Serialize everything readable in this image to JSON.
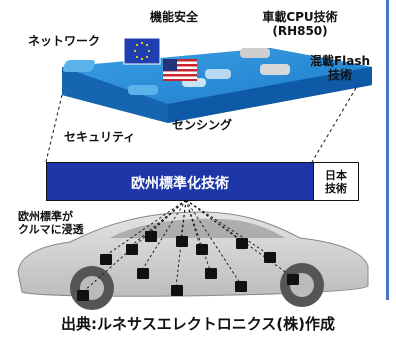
{
  "platform_labels": {
    "safety": "機能安全",
    "cpu_line1": "車載CPU技術",
    "cpu_line2": "(RH850)",
    "network": "ネットワーク",
    "flash_line1": "混載Flash",
    "flash_line2": "技術",
    "security": "セキュリティ",
    "sensing": "センシング"
  },
  "bar": {
    "label": "欧州標準化技術",
    "jp_line1": "日本",
    "jp_line2": "技術"
  },
  "car_label": {
    "line1": "欧州標準が",
    "line2": "クルマに浸透"
  },
  "caption": "出典:ルネサスエレクトロニクス(株)作成",
  "colors": {
    "platform_top": "#2b8fd6",
    "platform_side": "#1565b0",
    "bar": "#1f36a8",
    "eu_flag": "#1f3fb0"
  }
}
